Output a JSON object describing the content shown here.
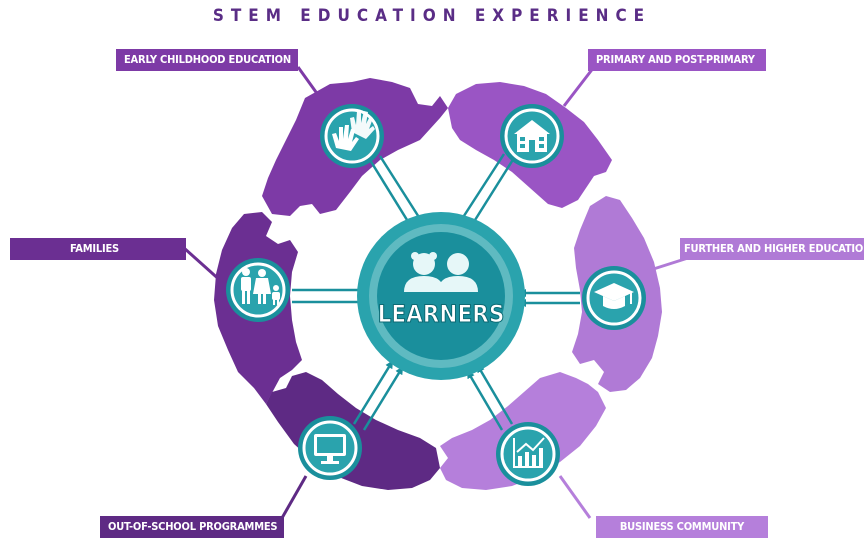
{
  "title": "STEM EDUCATION EXPERIENCE",
  "center": {
    "label": "LEARNERS",
    "icon": "two-children-icon"
  },
  "colors": {
    "dark_purple": "#5e2a84",
    "mid_purple": "#7d3aa6",
    "light_purple": "#a872cf",
    "lavender": "#c79ae0",
    "teal": "#1a8f9c",
    "teal_light": "#5fc4cc",
    "teal_ring": "#2aa3ad"
  },
  "nodes": [
    {
      "id": "early",
      "label": "EARLY CHILDHOOD EDUCATION",
      "icon": "hands-icon"
    },
    {
      "id": "primary",
      "label": "PRIMARY AND POST-PRIMARY",
      "icon": "school-icon"
    },
    {
      "id": "further",
      "label": "FURTHER AND HIGHER EDUCATION",
      "icon": "graduation-cap-icon"
    },
    {
      "id": "business",
      "label": "BUSINESS COMMUNITY",
      "icon": "growth-chart-icon"
    },
    {
      "id": "outofschool",
      "label": "OUT-OF-SCHOOL PROGRAMMES",
      "icon": "monitor-icon"
    },
    {
      "id": "families",
      "label": "FAMILIES",
      "icon": "family-icon"
    }
  ]
}
